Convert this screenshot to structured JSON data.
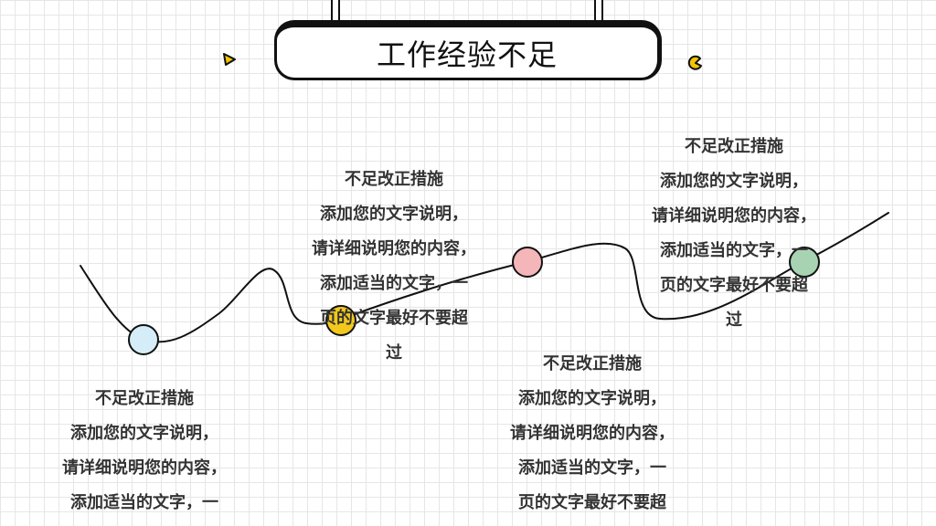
{
  "title": "工作经验不足",
  "colors": {
    "marker_blue": "#d4edf8",
    "marker_yellow": "#f2c81c",
    "marker_pink": "#f4b6b8",
    "marker_green": "#a7d3b3",
    "accent_yellow": "#f5c400"
  },
  "blocks": [
    {
      "heading": "不足改正措施",
      "lines": [
        "添加您的文字说明，",
        "请详细说明您的内容，",
        "添加适当的文字，一"
      ]
    },
    {
      "heading": "不足改正措施",
      "lines": [
        "添加您的文字说明，",
        "请详细说明您的内容，",
        "添加适当的文字，一",
        "页的文字最好不要超",
        "过"
      ]
    },
    {
      "heading": "不足改正措施",
      "lines": [
        "添加您的文字说明，",
        "请详细说明您的内容，",
        "添加适当的文字，一",
        "页的文字最好不要超"
      ]
    },
    {
      "heading": "不足改正措施",
      "lines": [
        "添加您的文字说明，",
        "请详细说明您的内容，",
        "添加适当的文字，一",
        "页的文字最好不要超",
        "过"
      ]
    }
  ]
}
